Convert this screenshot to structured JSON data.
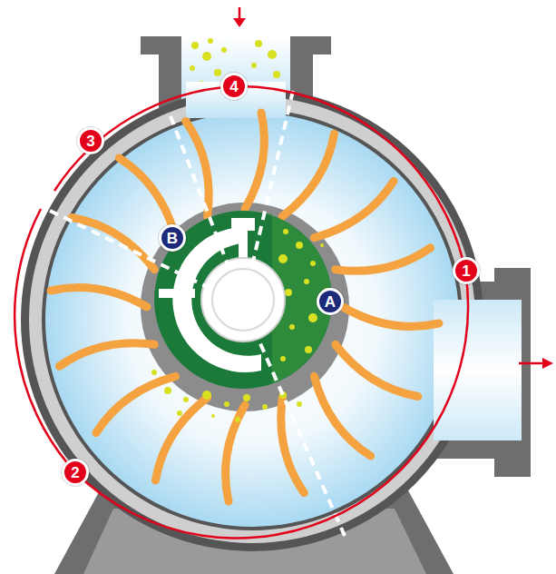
{
  "diagram": {
    "nodes": [
      {
        "text": [
          "4"
        ]
      },
      {
        "text": [
          "3"
        ]
      },
      {
        "text": [
          "B"
        ]
      },
      {
        "text": [
          "1"
        ]
      },
      {
        "text": [
          "A"
        ]
      },
      {
        "text": [
          "2"
        ]
      }
    ]
  }
}
